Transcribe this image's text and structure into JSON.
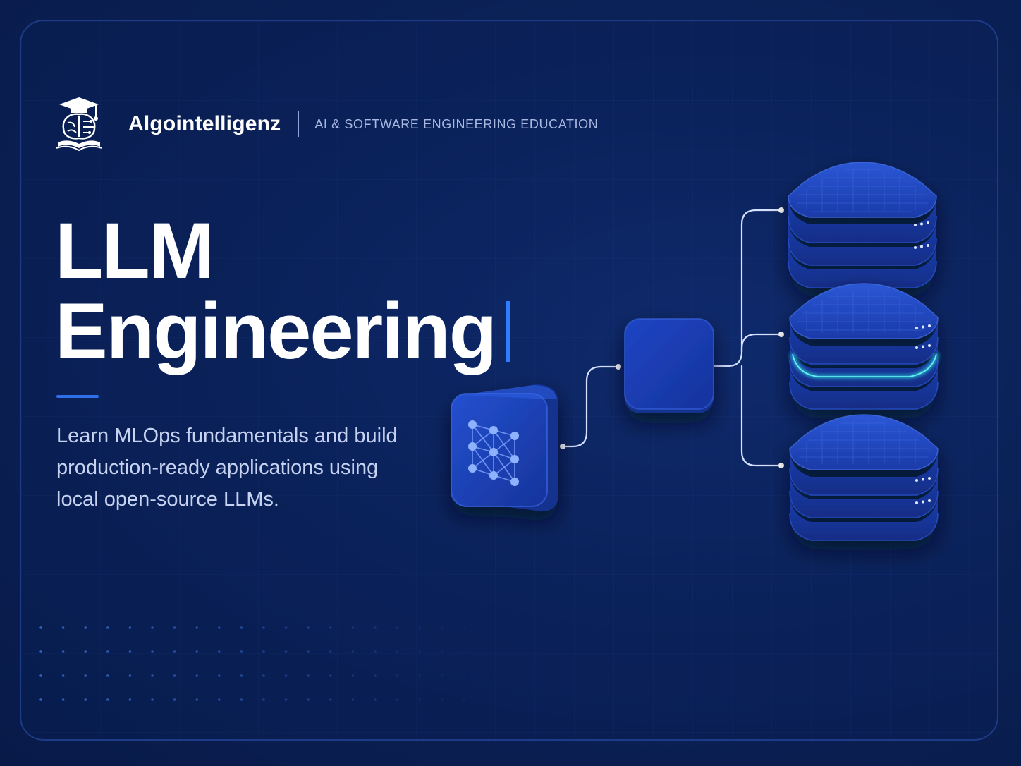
{
  "brand": {
    "name": "Algointelligenz",
    "tagline": "AI & SOFTWARE ENGINEERING EDUCATION",
    "logo_icon": "graduation-cap-brain-book-icon"
  },
  "hero": {
    "title_line1": "LLM",
    "title_line2": "Engineering",
    "subtitle_lines": [
      "Learn MLOps fundamentals and build",
      "production-ready applications using",
      "local open-source LLMs."
    ]
  },
  "diagram": {
    "nodes": [
      "neural-network-cube-icon",
      "router-block-icon",
      "server-stack-icon",
      "server-stack-icon",
      "server-stack-icon"
    ]
  },
  "colors": {
    "background": "#0a1d4d",
    "accent": "#2f7cff",
    "text_primary": "#ffffff",
    "text_secondary": "#c6d2f0",
    "glow": "#2fd8e0"
  }
}
